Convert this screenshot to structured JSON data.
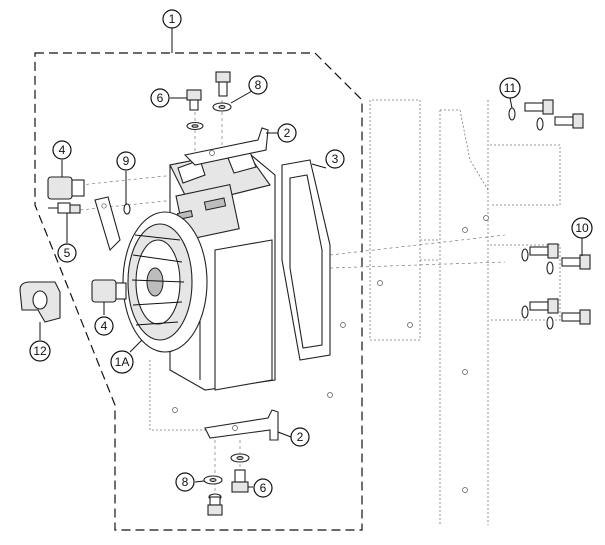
{
  "callouts": [
    {
      "id": "c1",
      "label": "1"
    },
    {
      "id": "c1a",
      "label": "1A"
    },
    {
      "id": "c2a",
      "label": "2"
    },
    {
      "id": "c2b",
      "label": "2"
    },
    {
      "id": "c3",
      "label": "3"
    },
    {
      "id": "c4a",
      "label": "4"
    },
    {
      "id": "c4b",
      "label": "4"
    },
    {
      "id": "c5",
      "label": "5"
    },
    {
      "id": "c6a",
      "label": "6"
    },
    {
      "id": "c6b",
      "label": "6"
    },
    {
      "id": "c8a",
      "label": "8"
    },
    {
      "id": "c8b",
      "label": "8"
    },
    {
      "id": "c9",
      "label": "9"
    },
    {
      "id": "c10",
      "label": "10"
    },
    {
      "id": "c11",
      "label": "11"
    },
    {
      "id": "c12",
      "label": "12"
    }
  ]
}
